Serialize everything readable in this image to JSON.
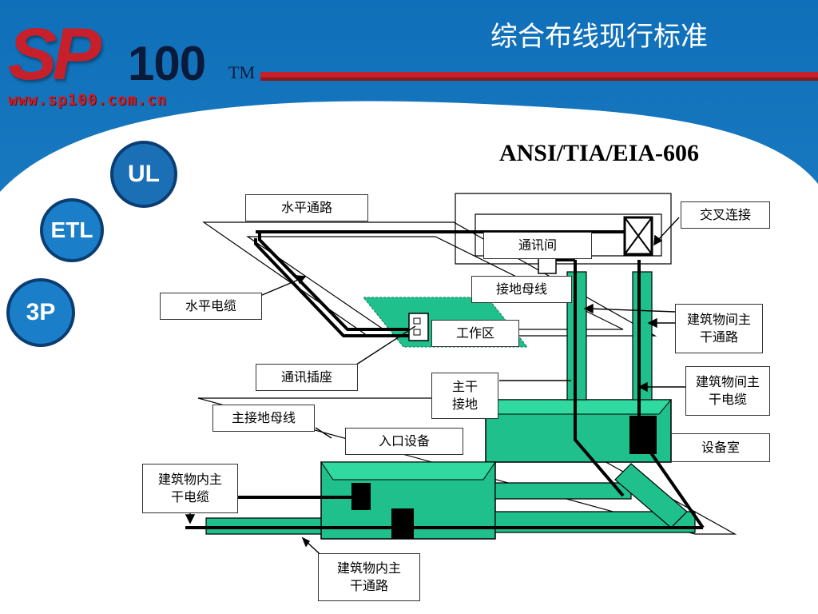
{
  "header": {
    "logo_main": "SP",
    "logo_number": "100",
    "logo_tm": "TM",
    "logo_url": "www.sp100.com.cn",
    "page_title": "综合布线现行标准"
  },
  "badges": [
    {
      "name": "ul-badge",
      "text": "UL"
    },
    {
      "name": "etl-badge",
      "text": "ETL"
    },
    {
      "name": "3p-badge",
      "text": "3P"
    }
  ],
  "diagram": {
    "standard": "ANSI/TIA/EIA-606",
    "labels": {
      "horizontal_pathway": "水平通路",
      "cross_connect": "交叉连接",
      "telecom_room": "通讯间",
      "grounding_busbar": "接地母线",
      "horizontal_cable": "水平电缆",
      "work_area": "工作区",
      "inter_building_backbone_pathway": "建筑物间主干通路",
      "telecom_outlet": "通讯插座",
      "backbone_grounding": "主干接地",
      "inter_building_backbone_cable": "建筑物间主干电缆",
      "main_grounding_busbar": "主接地母线",
      "entrance_facility": "入口设备",
      "equipment_room": "设备室",
      "intra_building_backbone_cable": "建筑物内主干电缆",
      "intra_building_backbone_pathway": "建筑物内主干通路"
    }
  },
  "colors": {
    "background_blue": "#1c7ec4",
    "logo_red": "#c8202a",
    "equipment_green": "#1fc08c",
    "outline": "#000000"
  }
}
